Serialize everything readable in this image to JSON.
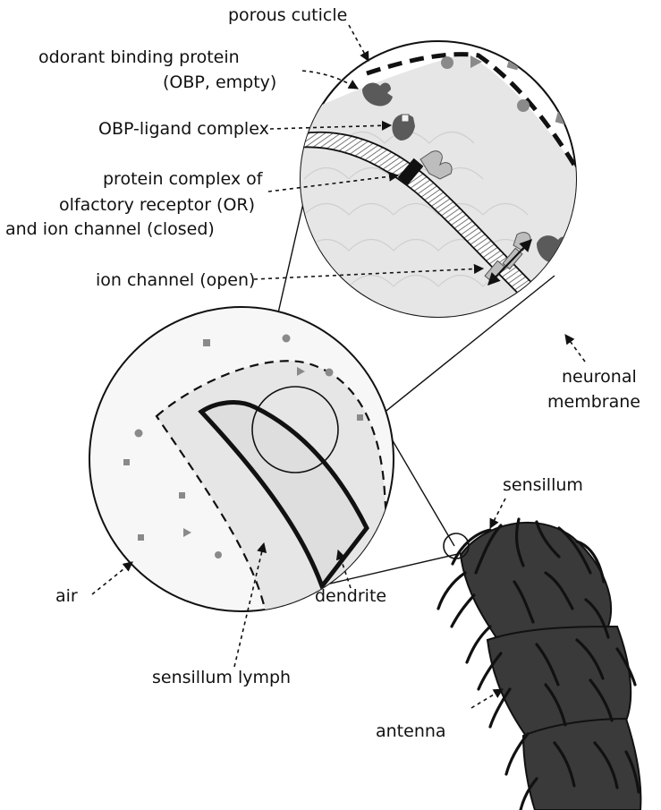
{
  "labels": {
    "porous_cuticle": "porous cuticle",
    "obp_line1": "odorant binding protein",
    "obp_line2": "(OBP, empty)",
    "obp_ligand_complex": "OBP-ligand complex",
    "protein_complex_line1": "protein complex of",
    "protein_complex_line2": "olfactory receptor (OR)",
    "protein_complex_line3": "and ion channel (closed)",
    "ion_channel_open": "ion channel (open)",
    "neuronal_line1": "neuronal",
    "neuronal_line2": "membrane",
    "sensillum": "sensillum",
    "air": "air",
    "dendrite": "dendrite",
    "sensillum_lymph": "sensillum lymph",
    "antenna": "antenna"
  },
  "colors": {
    "ink": "#111111",
    "lymph_fill": "#e6e6e6",
    "air_fill": "#f7f7f7",
    "membrane_fill": "#d8d8d8",
    "odorant": "#8a8a8a",
    "protein": "#5a5a5a",
    "antenna_fill": "#3a3a3a"
  }
}
